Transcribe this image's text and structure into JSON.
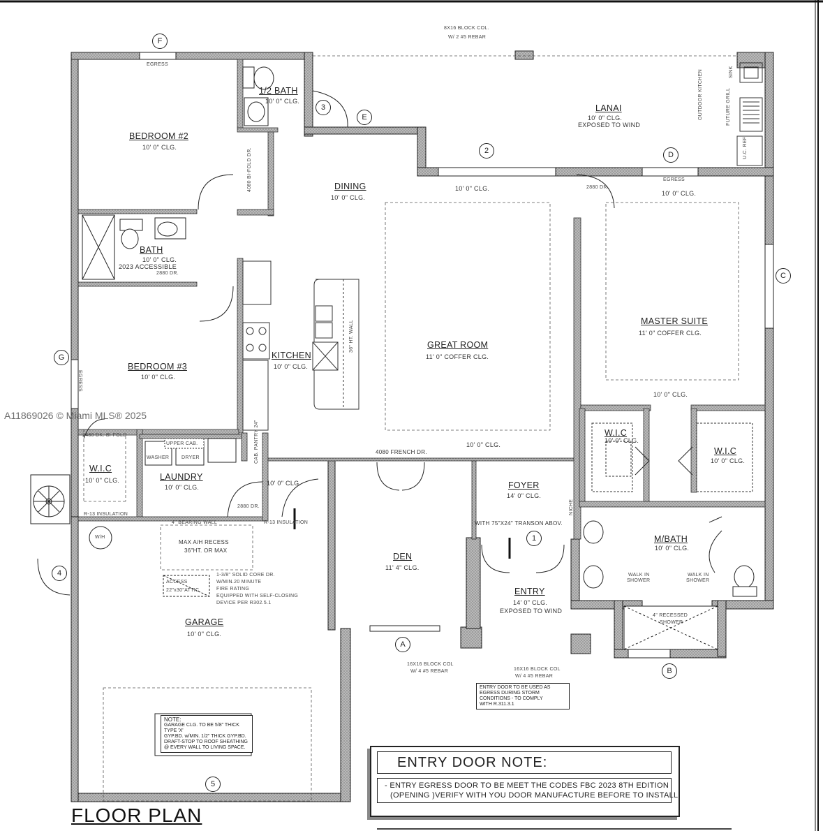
{
  "title": "FLOOR PLAN",
  "watermark": "A11869026 © Miami MLS® 2025",
  "grid_bubbles": [
    "F",
    "E",
    "D",
    "C",
    "G",
    "B",
    "A"
  ],
  "door_numbers": [
    "1",
    "2",
    "3",
    "4",
    "5"
  ],
  "rooms": {
    "bedroom2": {
      "name": "BEDROOM #2",
      "clg": "10' 0\" CLG."
    },
    "half_bath": {
      "name": "1/2 BATH",
      "clg": "10' 0\" CLG."
    },
    "lanai": {
      "name": "LANAI",
      "clg": "10' 0\" CLG.",
      "note": "EXPOSED TO WIND"
    },
    "dining": {
      "name": "DINING",
      "clg": "10' 0\" CLG."
    },
    "bath": {
      "name": "BATH",
      "clg": "10' 0\" CLG.",
      "note": "2023 ACCESSIBLE"
    },
    "kitchen": {
      "name": "KITCHEN",
      "clg": "10' 0\" CLG."
    },
    "great_room": {
      "name": "GREAT ROOM",
      "clg": "11' 0\" COFFER CLG."
    },
    "master_suite": {
      "name": "MASTER SUITE",
      "clg": "11' 0\" COFFER CLG."
    },
    "bedroom3": {
      "name": "BEDROOM #3",
      "clg": "10' 0\" CLG."
    },
    "wic_left": {
      "name": "W.I.C",
      "clg": "10' 0\" CLG."
    },
    "laundry": {
      "name": "LAUNDRY",
      "clg": "10' 0\" CLG."
    },
    "foyer": {
      "name": "FOYER",
      "clg": "14' 0\" CLG."
    },
    "wic_master1": {
      "name": "W.I.C",
      "clg": "10' 0\" CLG."
    },
    "wic_master2": {
      "name": "W.I.C",
      "clg": "10' 0\" CLG."
    },
    "mbath": {
      "name": "M/BATH",
      "clg": "10' 0\" CLG."
    },
    "den": {
      "name": "DEN",
      "clg": "11' 4\" CLG."
    },
    "entry": {
      "name": "ENTRY",
      "clg": "14' 0\" CLG.",
      "note": "EXPOSED TO WIND"
    },
    "garage": {
      "name": "GARAGE",
      "clg": "10' 0\" CLG."
    }
  },
  "labels": {
    "egress": "EGRESS",
    "block_col_top": "8X16 BLOCK COL.",
    "block_col_top2": "W/ 2 #5 REBAR",
    "dining_clg2": "10' 0\" CLG.",
    "master_clg2": "10' 0\" CLG.",
    "den_hall_clg": "10' 0\" CLG.",
    "hall_clg": "10' 0\" CLG.",
    "french_dr": "4080 FRENCH DR.",
    "transom": "WITH 75\"X24\" TRANSON ABOV.",
    "niche": "NICHE",
    "wh": "W/H",
    "max_ah": "MAX A/H RECESS",
    "max_ah2": "36\"HT. OR MAX",
    "access": "ACCESS",
    "access2": "22\"x30\"ATTIC",
    "door_note": "1-3/8\" SOLID CORE DR.",
    "door_note2": "W/MIN.20 MINUTE",
    "door_note3": "FIRE RATING",
    "door_note4": "EQUIPPED WITH SELF-CLOSING",
    "door_note5": "DEVICE PER R302.5.1",
    "block_col_a": "16X16 BLOCK COL",
    "block_col_a2": "W/ 4 #5 REBAR",
    "block_col_b": "16X16 BLOCK COL",
    "block_col_b2": "W/ 4 #5 REBAR",
    "entry_door_box": "ENTRY DOOR TO BE USED AS",
    "entry_door_box2": "EGRESS DURING STORM",
    "entry_door_box3": "CONDITIONS - TO COMPLY",
    "entry_door_box4": "WITH R.311.3.1",
    "note_title": "NOTE:",
    "note1": "GARAGE CLG. TO BE 5/8\" THICK TYPE 'X'",
    "note2": "GYP.BD. w/MIN. 1/2\" THICK GYP.BD.",
    "note3": "DRAFT-STOP TO ROOF SHEATHING",
    "note4": "@ EVERY WALL TO LIVING SPACE.",
    "walk_in_shower": "WALK IN",
    "walk_in_shower2": "SHOWER",
    "recessed_shower": "4\" RECESSED",
    "recessed_shower2": "SHOWER",
    "washer": "WASHER",
    "dryer": "DRYER",
    "upper_cab": "UPPER CAB.",
    "cab_pantry": "CAB. PANTRY 24\"",
    "r13": "R-13 INSULATION",
    "bearing_wall": "4\" BEARING WALL",
    "outdoor_kitchen": "OUTDOOR KITCHEN",
    "future_grill": "FUTURE GRILL",
    "sink": "SINK",
    "uc_ref": "U.C. REF",
    "ht_wall": "36\" HT. WALL",
    "dr_2880": "2880 DR.",
    "dr_2480": "2480 DK. BI-FOLD",
    "dr_4080": "4080 BI-FOLD DR."
  },
  "entry_door_note": {
    "heading": "ENTRY DOOR  NOTE:",
    "text1": "- ENTRY EGRESS DOOR TO BE  MEET THE CODES FBC 2023 8TH EDITION",
    "text2": "(OPENING )VERIFY  WITH YOU  DOOR MANUFACTURE BEFORE TO INSTALL"
  }
}
